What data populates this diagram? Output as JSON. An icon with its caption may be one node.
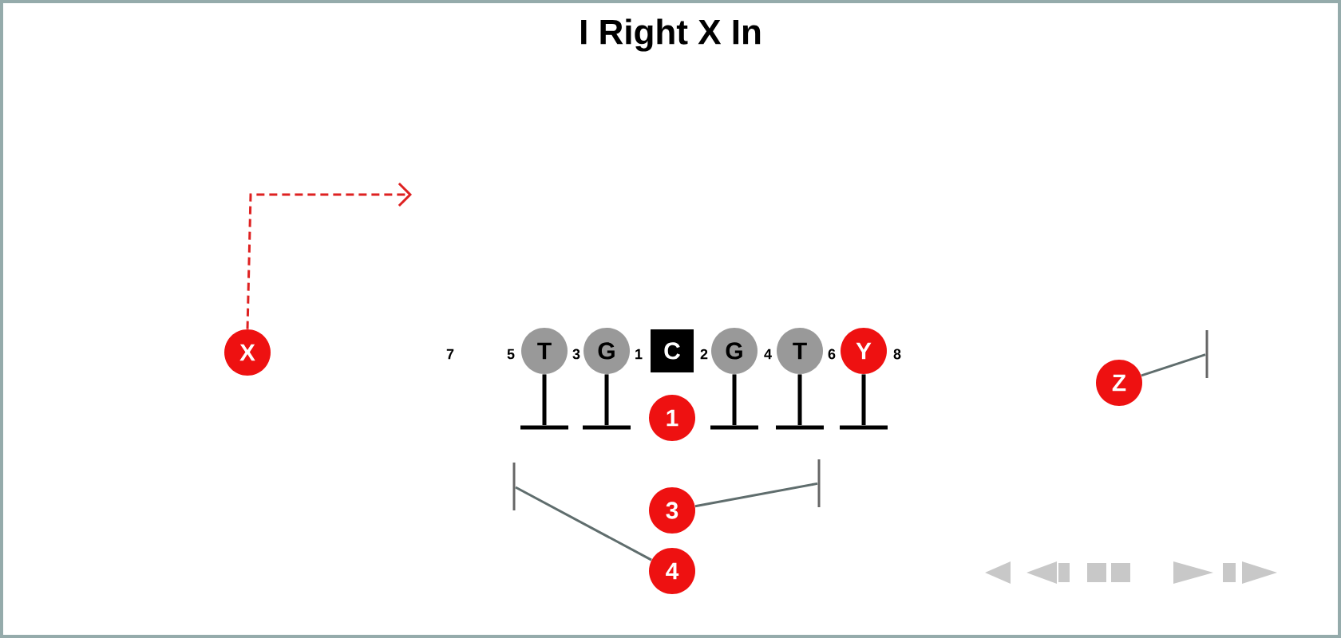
{
  "diagram": {
    "title": "I Right X In",
    "nodes": [
      {
        "text": [
          "X"
        ]
      },
      {
        "text": [
          "T"
        ]
      },
      {
        "text": [
          "G"
        ]
      },
      {
        "text": [
          "C"
        ]
      },
      {
        "text": [
          "G"
        ]
      },
      {
        "text": [
          "T"
        ]
      },
      {
        "text": [
          "Y"
        ]
      },
      {
        "text": [
          "1"
        ]
      },
      {
        "text": [
          "3"
        ]
      },
      {
        "text": [
          "4"
        ]
      },
      {
        "text": [
          "Z"
        ]
      },
      {
        "text": [],
        "shape": "bar"
      },
      {
        "text": [],
        "shape": "bar"
      },
      {
        "text": [],
        "shape": "bar"
      },
      {
        "text": [],
        "shape": "bar"
      },
      {
        "text": [],
        "shape": "bar"
      },
      {
        "text": [],
        "shape": "bar"
      },
      {
        "text": [],
        "shape": "bar"
      },
      {
        "text": [],
        "shape": "bar"
      }
    ],
    "edges": [
      {
        "from": 0,
        "to": null,
        "arrow": "to",
        "style": "dashed",
        "color": "#ee1111"
      },
      {
        "from": 1,
        "to": 11,
        "arrow": "none"
      },
      {
        "from": 2,
        "to": 12,
        "arrow": "none"
      },
      {
        "from": 4,
        "to": 13,
        "arrow": "none"
      },
      {
        "from": 5,
        "to": 14,
        "arrow": "none"
      },
      {
        "from": 6,
        "to": 15,
        "arrow": "none"
      },
      {
        "from": 9,
        "to": 16,
        "arrow": "none",
        "color": "#666666"
      },
      {
        "from": 8,
        "to": 17,
        "arrow": "none",
        "color": "#666666"
      },
      {
        "from": 10,
        "to": 18,
        "arrow": "none",
        "color": "#666666"
      }
    ],
    "labels": [
      "7",
      "5",
      "3",
      "1",
      "2",
      "4",
      "6",
      "8"
    ]
  }
}
